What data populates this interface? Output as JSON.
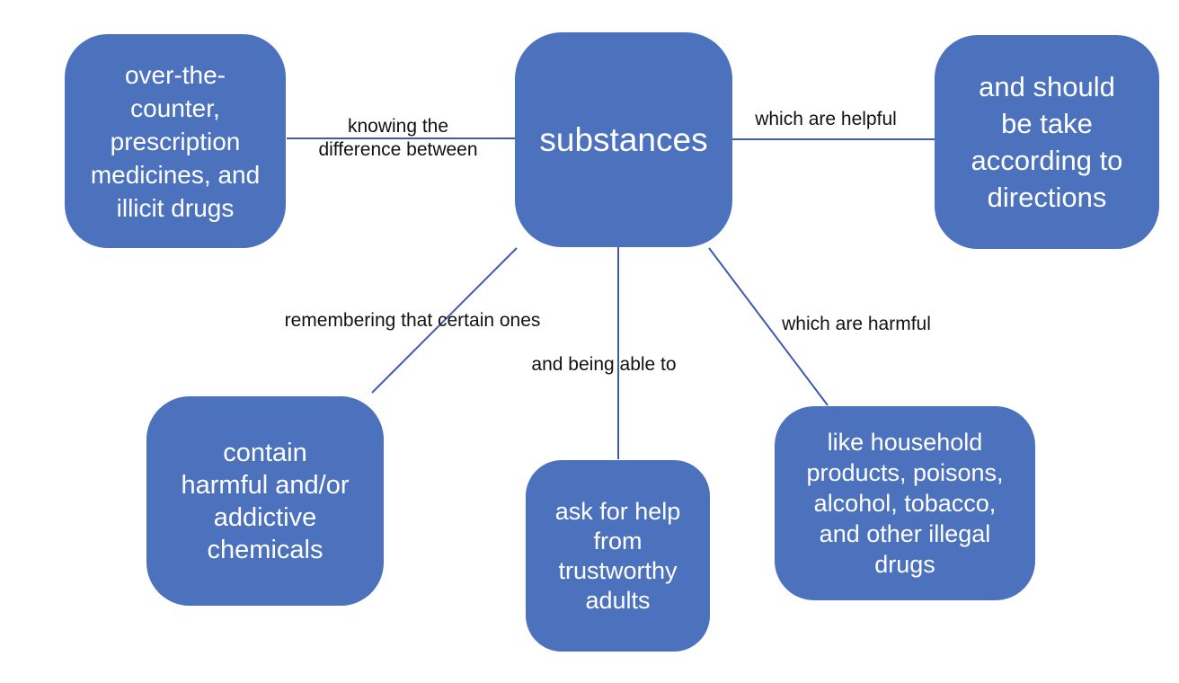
{
  "diagram": {
    "type": "concept-map",
    "center_node": "substances",
    "nodes": [
      {
        "id": "substances",
        "label": "substances"
      },
      {
        "id": "drug-types",
        "label": "over-the-\ncounter,\nprescription\nmedicines, and\nillicit drugs"
      },
      {
        "id": "helpful-directions",
        "label": "and should\nbe take\naccording to\ndirections"
      },
      {
        "id": "harmful-chemicals",
        "label": "contain\nharmful and/or\naddictive\nchemicals"
      },
      {
        "id": "ask-for-help",
        "label": "ask for help\nfrom\ntrustworthy\nadults"
      },
      {
        "id": "harmful-examples",
        "label": "like household\nproducts, poisons,\nalcohol, tobacco,\nand other illegal\ndrugs"
      }
    ],
    "edges": [
      {
        "from": "substances",
        "to": "drug-types",
        "label": "knowing the\ndifference between"
      },
      {
        "from": "substances",
        "to": "helpful-directions",
        "label": "which are helpful"
      },
      {
        "from": "substances",
        "to": "harmful-chemicals",
        "label": "remembering that certain ones"
      },
      {
        "from": "substances",
        "to": "ask-for-help",
        "label": "and being able to"
      },
      {
        "from": "substances",
        "to": "harmful-examples",
        "label": "which are harmful"
      }
    ]
  },
  "colors": {
    "background": "#ffffff",
    "node_fill": "#4C72BE",
    "node_text": "#ffffff",
    "connector": "#3E5CA9",
    "label_text": "#111111"
  }
}
